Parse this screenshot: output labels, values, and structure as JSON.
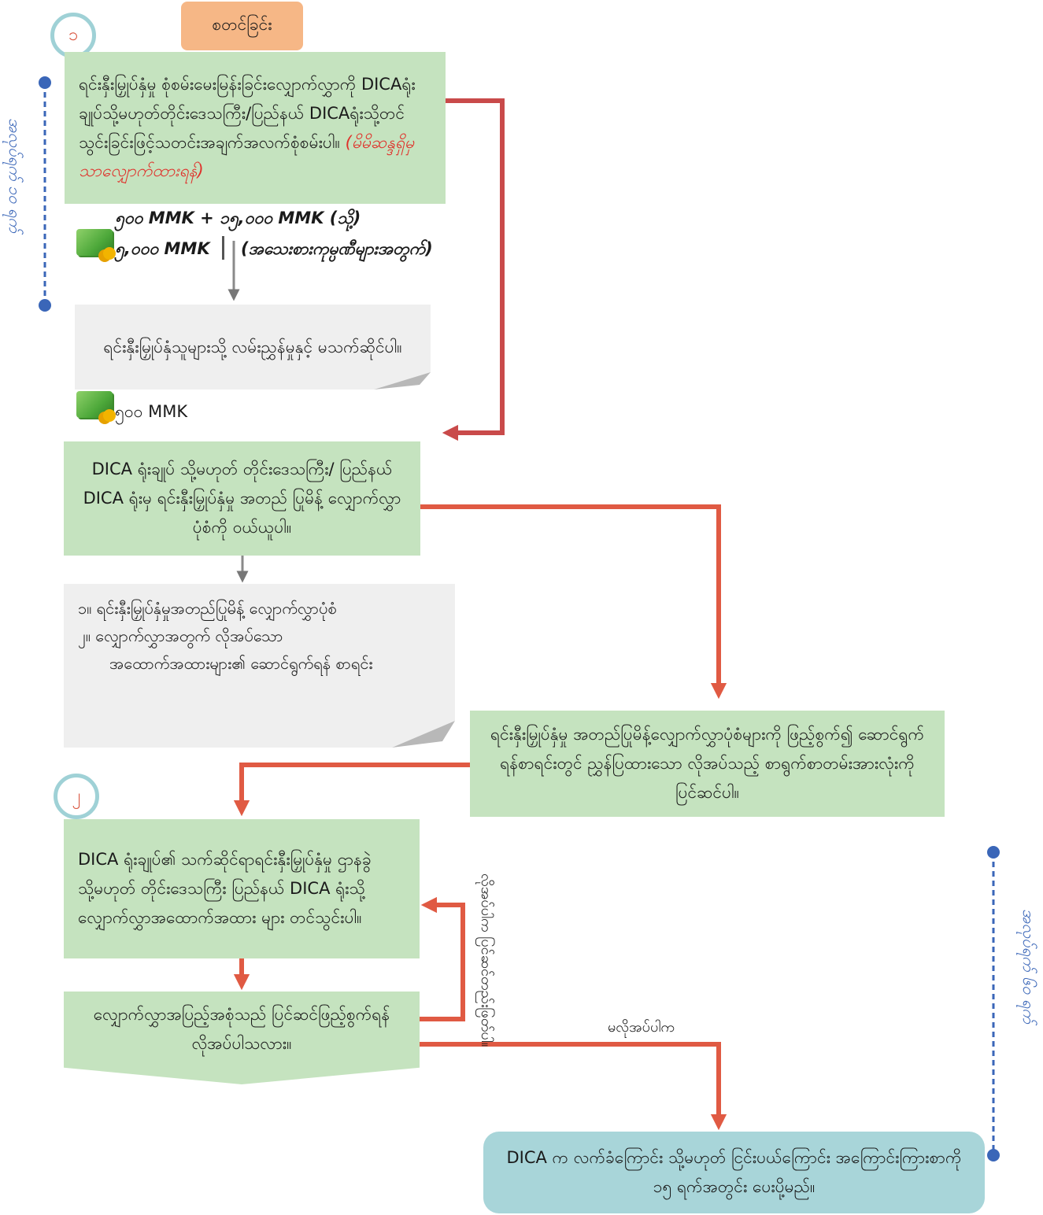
{
  "start": {
    "label": "စတင်ခြင်း"
  },
  "steps": {
    "one": "၁",
    "two": "၂"
  },
  "box1": {
    "text": "ရင်းနှီးမြှုပ်နှံမှု စုံစမ်းမေးမြန်းခြင်းလျှောက်လွှာကို DICAရုံးချုပ်သို့မဟုတ်တိုင်းဒေသကြီး/ပြည်နယ် DICAရုံးသို့တင်သွင်းခြင်းဖြင့်သတင်းအချက်အလက်စုံစမ်းပါ။",
    "note": "(မိမိဆန္ဒရှိမှသာလျှောက်ထားရန်)"
  },
  "fee1": {
    "line1": "၅၀၀ MMK + ၁၅,၀၀၀ MMK (သို့)",
    "line2a": "၅,၀၀၀ MMK",
    "line2b": "(အသေးစားကုမ္ပဏီများအတွက်)"
  },
  "note1": {
    "text": "ရင်းနှီးမြှုပ်နှံသူများသို့ လမ်းညွှန်မှုနှင့် မသက်ဆိုင်ပါ။"
  },
  "fee2": {
    "text": "၅၀၀ MMK"
  },
  "box2": {
    "text": "DICA ရုံးချုပ် သို့မဟုတ် တိုင်းဒေသကြီး/ ပြည်နယ် DICA ရုံးမှ ရင်းနှီးမြှုပ်နှံမှု အတည် ပြုမိန့် လျှောက်လွှာပုံစံကို ဝယ်ယူပါ။"
  },
  "note2": {
    "item1": "၁။ ရင်းနှီးမြှုပ်နှံမှုအတည်ပြုမိန့် လျှောက်လွှာပုံစံ",
    "item2": "၂။ လျှောက်လွှာအတွက် လိုအပ်သော",
    "item2_cont": "အထောက်အထားများ၏ ဆောင်ရွက်ရန် စာရင်း"
  },
  "box3": {
    "text": "ရင်းနှီးမြှုပ်နှံမှု အတည်ပြုမိန့်လျှောက်လွှာပုံစံများကို ဖြည့်စွက်၍ ဆောင်ရွက်ရန်စာရင်းတွင် ညွှန်ပြထားသော လိုအပ်သည့် စာရွက်စာတမ်းအားလုံးကို ပြင်ဆင်ပါ။"
  },
  "box4": {
    "text": "DICA ရုံးချုပ်၏ သက်ဆိုင်ရာရင်းနှီးမြှုပ်နှံမှု ဌာနခွဲ သို့မဟုတ် တိုင်းဒေသကြီး ပြည်နယ် DICA ရုံးသို့ လျှောက်လွှာအထောက်အထား များ တင်သွင်းပါ။"
  },
  "box5": {
    "text": "လျှောက်လွှာအပြည့်အစုံသည် ပြင်ဆင်ဖြည့်စွက်ရန် လိုအပ်ပါသလား။"
  },
  "box6": {
    "text": "DICA က လက်ခံကြောင်း သို့မဟုတ် ငြင်းပယ်ကြောင်း အကြောင်းကြားစာကို ၁၅ ရက်အတွင်း ပေးပို့မည်။"
  },
  "branch": {
    "yes": "လိုအပ်ပါက ပြင်ဆင်တည်းဖြတ်ပါ။",
    "no": "မလိုအပ်ပါက"
  },
  "side": {
    "left": "အလုပ်ရက် ၁၀ ရက်",
    "right": "အလုပ်ရက် ၆၀ ရက်"
  },
  "colors": {
    "green": "#c5e3bf",
    "orange": "#f6b786",
    "teal": "#a8d5d9",
    "red_arrow": "#e05a43",
    "blue_bar": "#3a66b8"
  }
}
